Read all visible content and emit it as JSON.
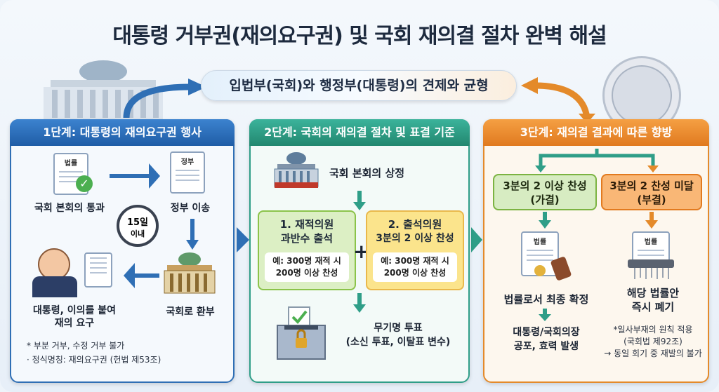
{
  "title": "대통령 거부권(재의요구권) 및 국회 재의결 절차 완벽 해설",
  "balance": "입법부(국회)와 행정부(대통령)의 견제와 균형",
  "panel1": {
    "heading": "1단계: 대통령의 재의요구권 행사",
    "doc_law": "법률",
    "doc_gov": "정부",
    "pass": "국회 본회의 통과",
    "transfer": "정부 이송",
    "timer_days": "15일",
    "timer_within": "이내",
    "president": "대통령, 이의를 붙여",
    "president2": "재의 요구",
    "return": "국회로 환부",
    "note1": "* 부분 거부, 수정 거부 불가",
    "note2": "· 정식명칭: 재의요구권 (헌법 제53조)"
  },
  "panel2": {
    "heading": "2단계: 국회의 재의결 절차 및 표결 기준",
    "plenary": "국회 본회의 상정",
    "cond1_line1": "1. 재적의원",
    "cond1_line2": "과반수 출석",
    "cond2_line1": "2.   출석의원",
    "cond2_line2": "3분의 2 이상 찬성",
    "ex1_line1": "예: 300명 재적 시",
    "ex1_line2": "200명 이상 찬성",
    "ex2_line1": "예: 300명 재적 시",
    "ex2_line2": "200명 이상 찬성",
    "plus": "+",
    "vote_line1": "무기명 투표",
    "vote_line2": "(소신 투표, 이탈표 변수)"
  },
  "panel3": {
    "heading": "3단계: 재의결 결과에 따른 향방",
    "pass_line1": "3분의 2 이상 찬성",
    "pass_line2": "(가결)",
    "fail_line1": "3분의 2 찬성 미달",
    "fail_line2": "(부결)",
    "doc_law_a": "법률",
    "doc_law_b": "법률",
    "confirm": "법률로서 최종 확정",
    "abolish_line1": "해당 법률안",
    "abolish_line2": "즉시 폐기",
    "promulgate_line1": "대통령/국회의장",
    "promulgate_line2": "공포, 효력 발생",
    "note_line1": "*일사부재의 원칙 적용",
    "note_line2": "(국회법 제92조)",
    "note_line3": "→ 동일 회기 중 재발의 불가"
  },
  "colors": {
    "stage1": "#2f6fb5",
    "stage2": "#2f9e88",
    "stage3": "#e48a2a"
  }
}
